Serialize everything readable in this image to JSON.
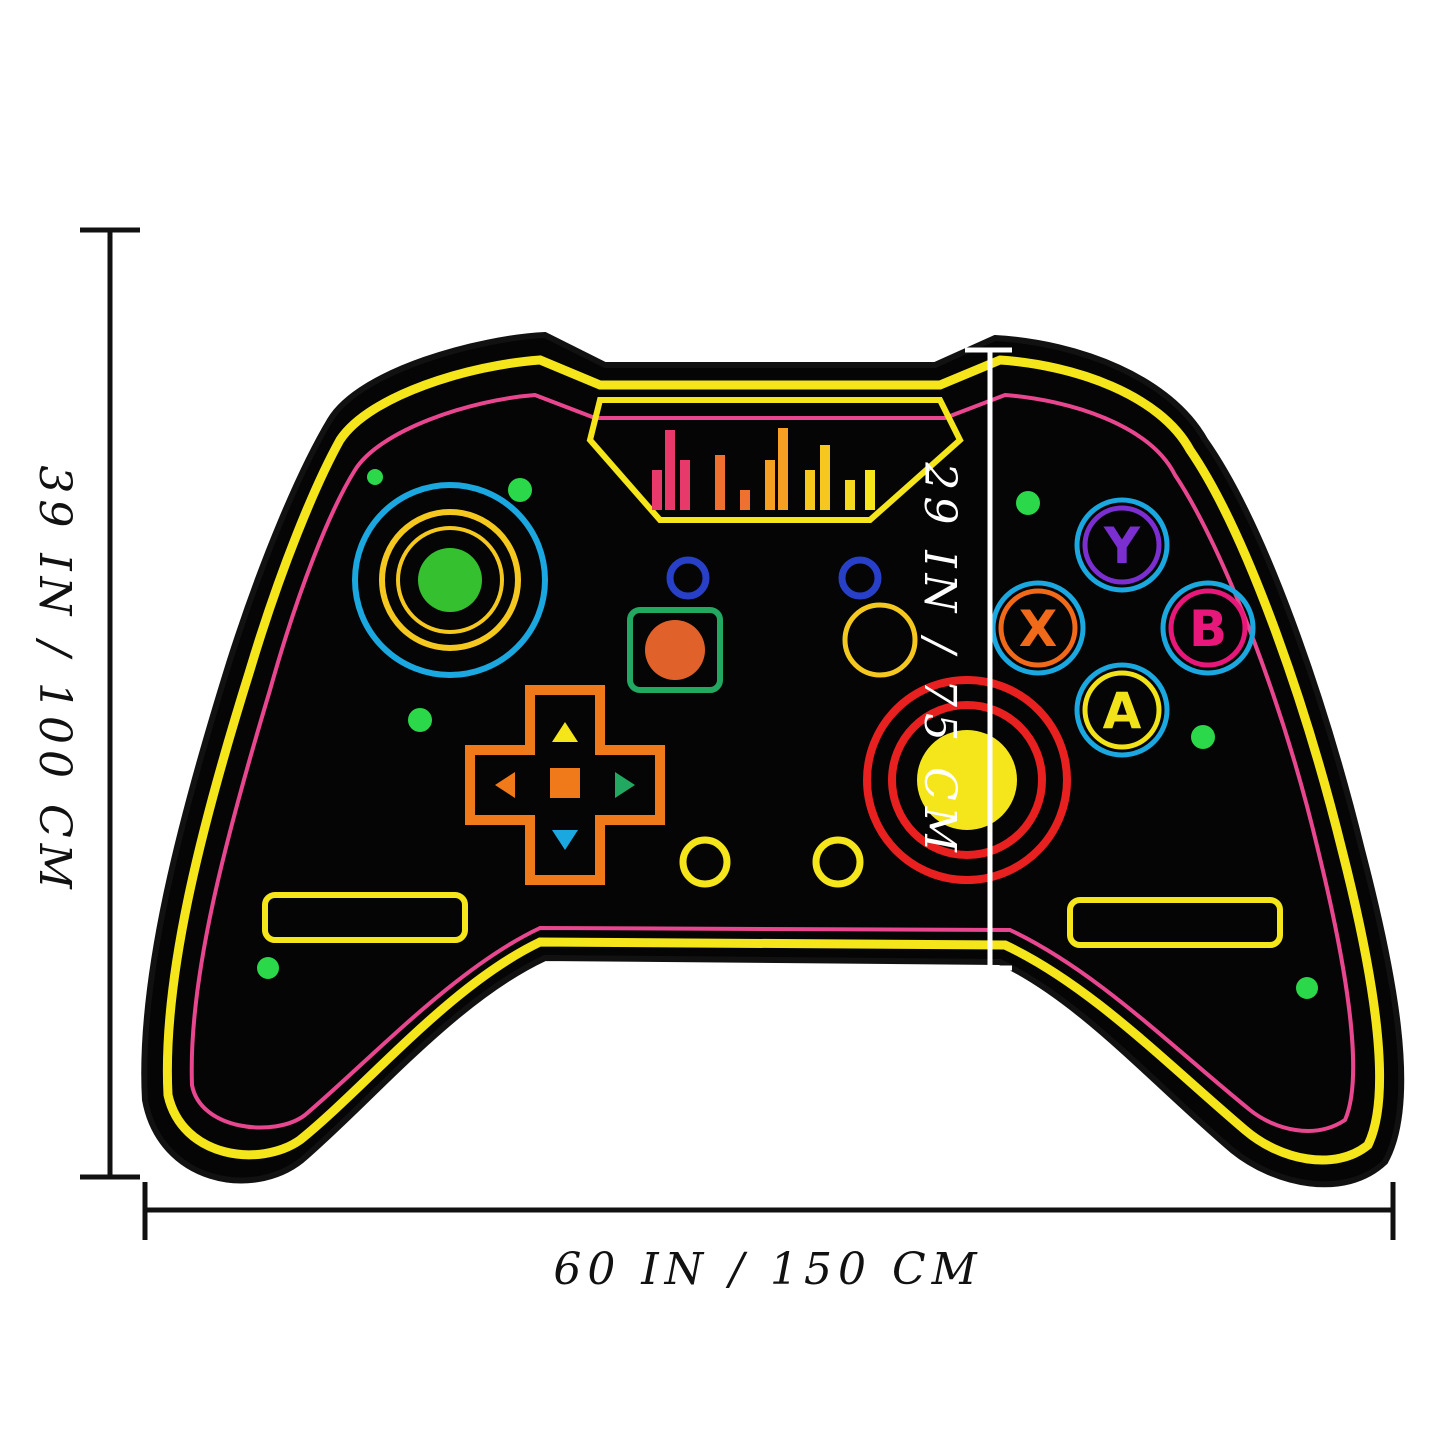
{
  "dimensions": {
    "height_label": "39 IN / 100 CM",
    "width_label": "60 IN / 150 CM",
    "inner_height_label": "29 IN / 75 CM"
  },
  "controller": {
    "buttons": [
      {
        "label": "Y",
        "color": "#7b2fd0"
      },
      {
        "label": "X",
        "color": "#f06a1a"
      },
      {
        "label": "B",
        "color": "#e8177a"
      },
      {
        "label": "A",
        "color": "#f2e21a"
      }
    ],
    "colors": {
      "outline": "#f5e61c",
      "trim": "#e8478f",
      "body": "#050505",
      "glow": "#2bd84a"
    }
  }
}
